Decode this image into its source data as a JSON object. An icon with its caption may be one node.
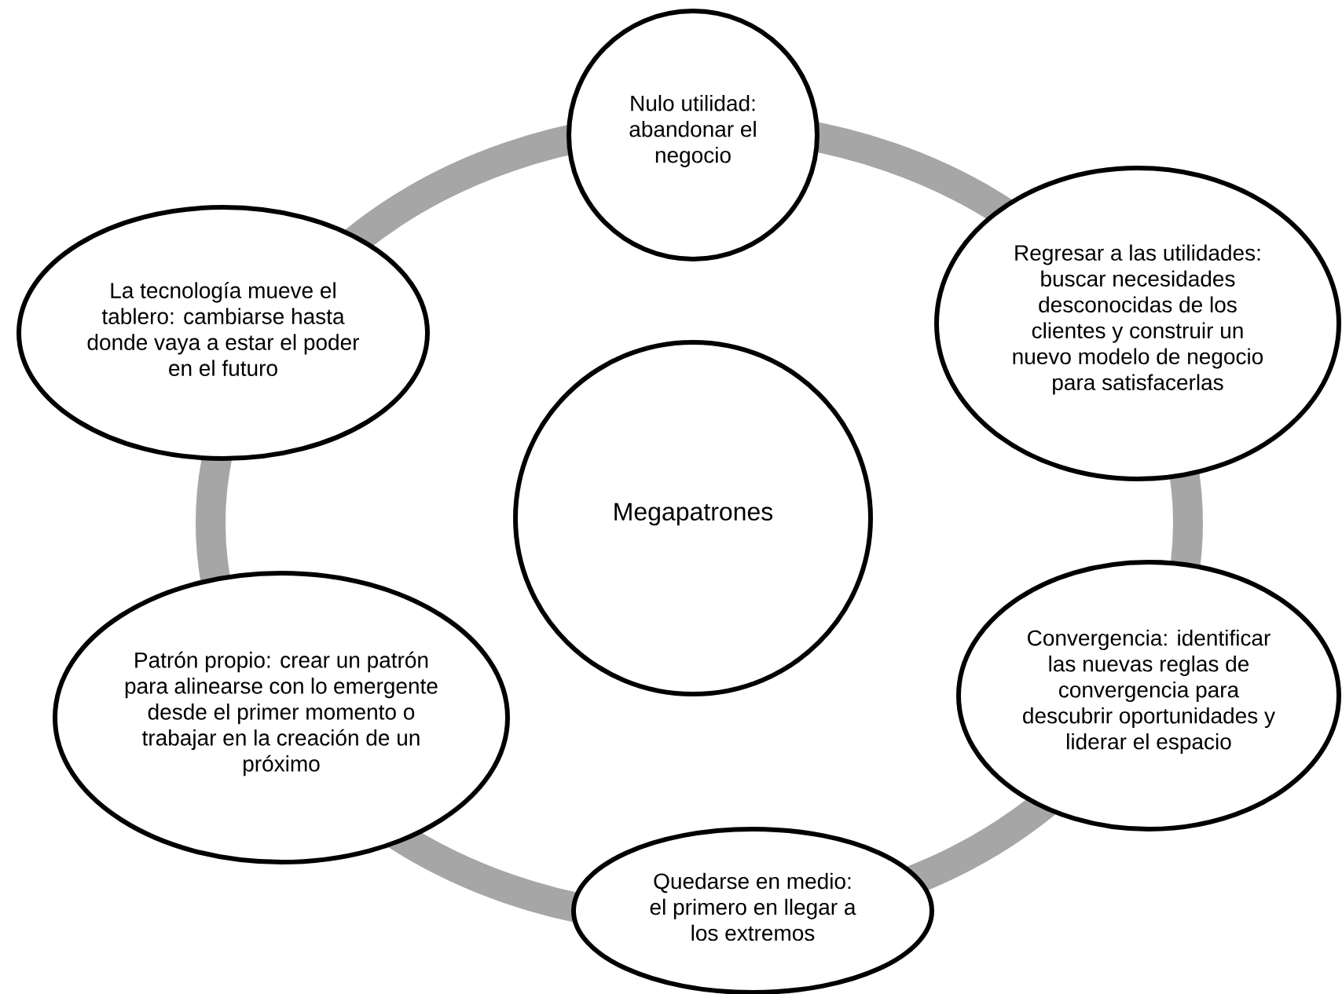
{
  "diagram": {
    "nodes": [
      {
        "text": [
          "Nulo utilidad: abandonar el negocio"
        ]
      },
      {
        "text": [
          "Regresar a las utilidades: buscar necesidades desconocidas de los clientes y construir un nuevo modelo de negocio para satisfacerlas"
        ]
      },
      {
        "text": [
          "La tecnología mueve el tablero: cambiarse hasta donde vaya a estar el poder en el futuro"
        ]
      },
      {
        "text": [
          "Megapatrones"
        ]
      },
      {
        "text": [
          "Convergencia: identificar las nuevas reglas de convergencia para descubrir oportunidades y liderar el espacio"
        ]
      },
      {
        "text": [
          "Patrón propio: crear un patrón para alinearse con lo emergente desde el primer momento o trabajar en la creación de un próximo"
        ]
      },
      {
        "text": [
          "Quedarse en medio: el primero en llegar a los extremos"
        ]
      }
    ]
  }
}
